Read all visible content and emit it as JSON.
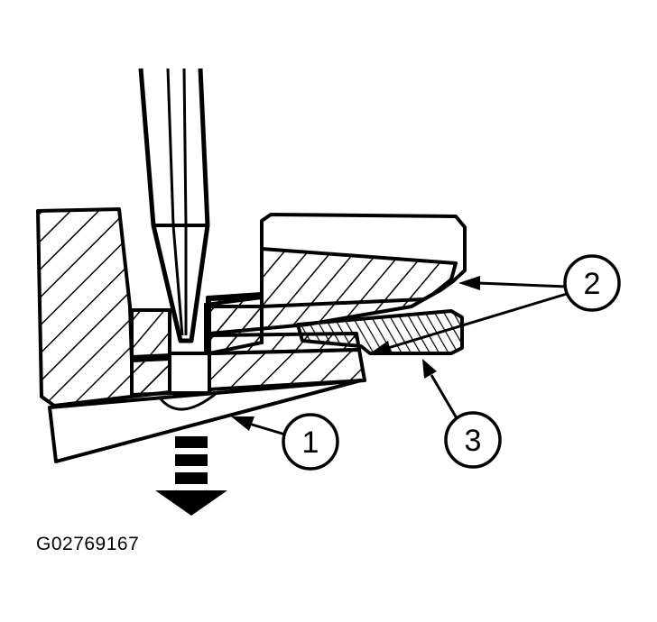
{
  "callouts": [
    {
      "id": "1",
      "label": "1"
    },
    {
      "id": "2",
      "label": "2"
    },
    {
      "id": "3",
      "label": "3"
    }
  ],
  "figure_id": "G02769167",
  "icons": {
    "tool": "punch-tool-icon",
    "direction": "downward-arrow-icon"
  },
  "colors": {
    "ink": "#000000",
    "paper": "#ffffff"
  }
}
